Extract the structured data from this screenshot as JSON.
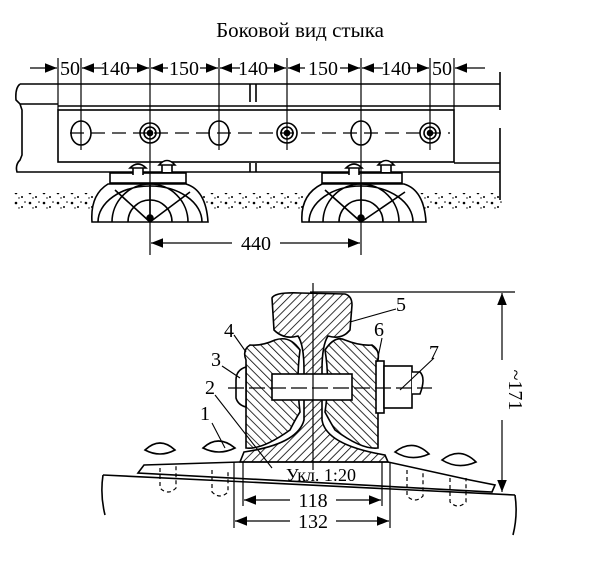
{
  "title": "Боковой вид стыка",
  "side_view": {
    "spacings": [
      "50",
      "140",
      "150",
      "140",
      "150",
      "140",
      "50"
    ],
    "tie_spacing": "440"
  },
  "cross_section": {
    "labels": [
      "1",
      "2",
      "3",
      "4",
      "5",
      "6",
      "7"
    ],
    "slope_label": "Укл. 1:20",
    "dim_base_inner": "118",
    "dim_base_outer": "132",
    "dim_height": "~171"
  }
}
